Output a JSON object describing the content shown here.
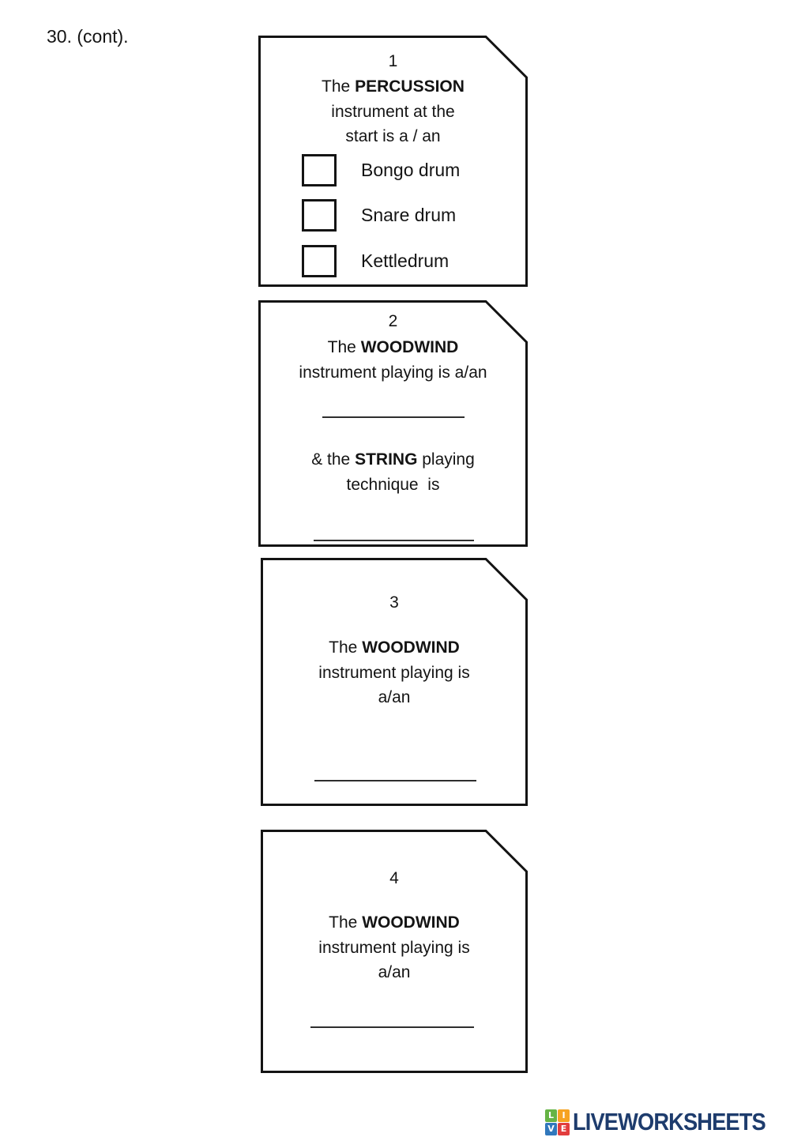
{
  "page": {
    "heading": "30. (cont).",
    "background_color": "#ffffff",
    "text_color": "#141414"
  },
  "cards": [
    {
      "number": "1",
      "line1_pre": "The ",
      "line1_bold": "PERCUSSION",
      "line2": "instrument at the",
      "line3": "start is a / an",
      "options": [
        "Bongo drum",
        "Snare drum",
        "Kettledrum"
      ]
    },
    {
      "number": "2",
      "line1_pre": "The ",
      "line1_bold": "WOODWIND",
      "line2": "instrument playing is a/an",
      "line3_pre": "& the ",
      "line3_bold": "STRING",
      "line3_post": " playing",
      "line4": "technique  is"
    },
    {
      "number": "3",
      "line1_pre": "The ",
      "line1_bold": "WOODWIND",
      "line2": "instrument playing is",
      "line3": "a/an"
    },
    {
      "number": "4",
      "line1_pre": "The ",
      "line1_bold": "WOODWIND",
      "line2": "instrument playing is",
      "line3": "a/an"
    }
  ],
  "footer": {
    "brand": "LIVEWORKSHEETS",
    "brand_color": "#1e3c6d",
    "icon": {
      "letters": [
        "L",
        "I",
        "V",
        "E"
      ],
      "colors": [
        "#66b445",
        "#f6a321",
        "#3178bc",
        "#e23d3d"
      ]
    }
  }
}
